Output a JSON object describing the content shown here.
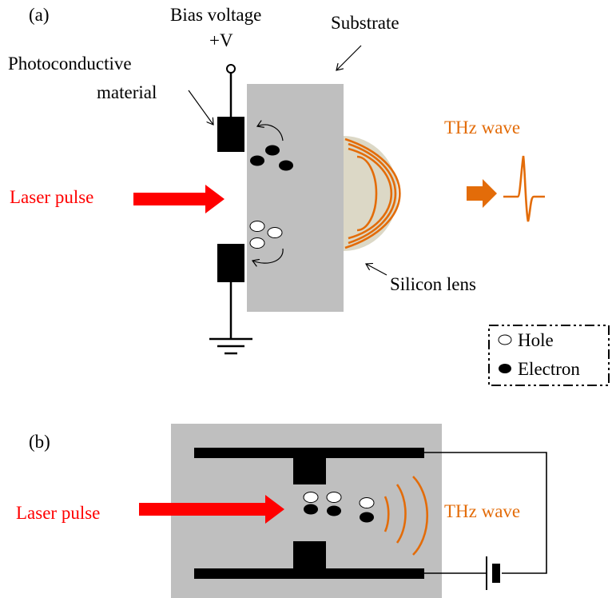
{
  "panel_a": {
    "label": "(a)",
    "bias_voltage": "Bias voltage",
    "plus_v": "+V",
    "substrate": "Substrate",
    "photoconductive_line1": "Photoconductive",
    "photoconductive_line2": "material",
    "laser_pulse": "Laser pulse",
    "thz_wave": "THz wave",
    "silicon_lens": "Silicon lens",
    "legend": {
      "hole": "Hole",
      "electron": "Electron"
    }
  },
  "panel_b": {
    "label": "(b)",
    "laser_pulse": "Laser pulse",
    "thz_wave": "THz wave"
  },
  "colors": {
    "substrate": "#bfbfbf",
    "lens": "#dcd8c6",
    "laser": "#ff0000",
    "thz": "#e36c09",
    "metal": "#000000"
  }
}
